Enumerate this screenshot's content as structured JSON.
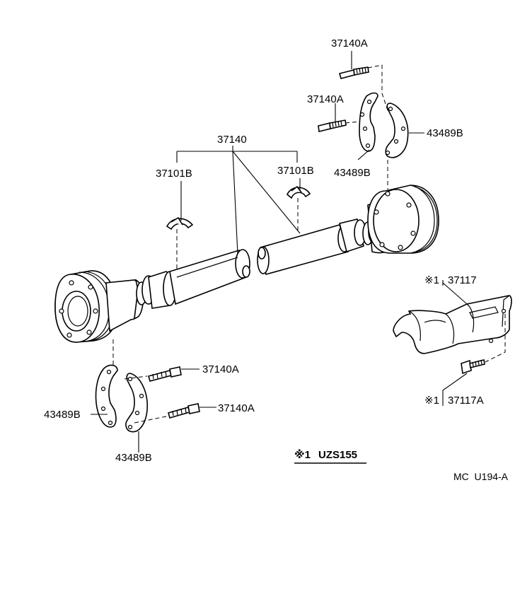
{
  "labels": {
    "shaft_assy": "37140",
    "bolt_top_upper": "37140A",
    "bolt_top_lower": "37140A",
    "washer_top_right": "43489B",
    "washer_top_left": "43489B",
    "bearing_left": "37101B",
    "bearing_right": "37101B",
    "bolt_bottom_upper": "37140A",
    "bolt_bottom_lower": "37140A",
    "washer_bottom_left": "43489B",
    "washer_bottom_right": "43489B",
    "cover": "37117",
    "cover_bolt": "37117A",
    "note_model": "UZS155",
    "figure_code": "MC  U194-A"
  },
  "markers": {
    "symbol": "※1"
  }
}
